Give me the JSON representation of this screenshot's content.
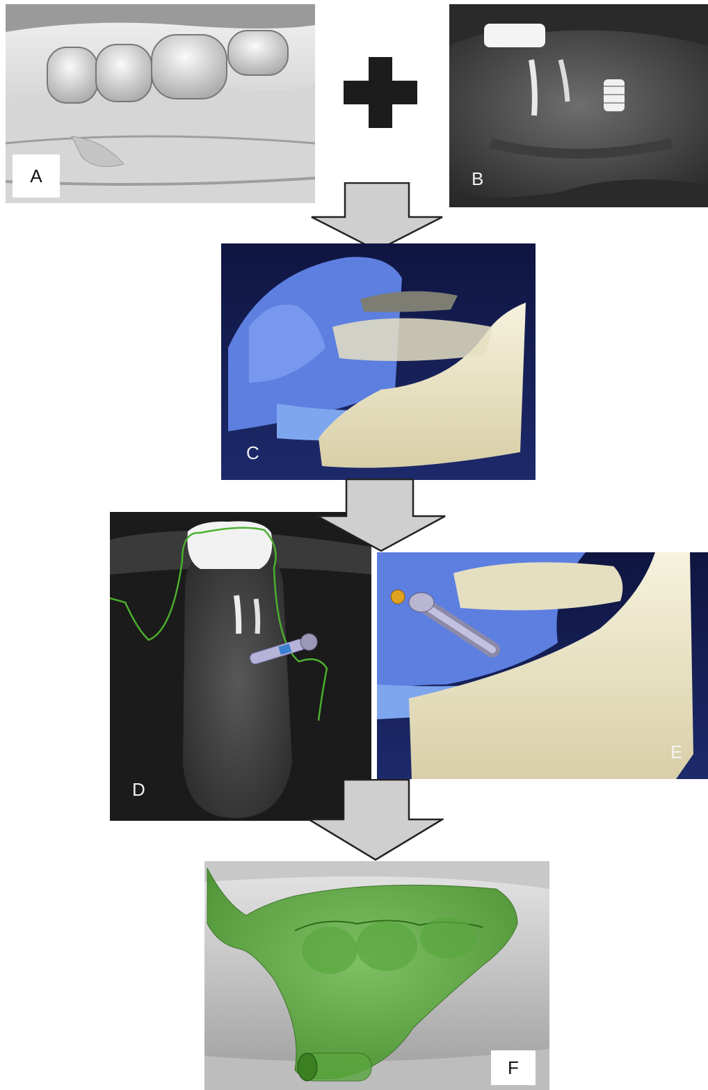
{
  "panels": {
    "a": {
      "label": "A"
    },
    "b": {
      "label": "B"
    },
    "c": {
      "label": "C"
    },
    "d": {
      "label": "D"
    },
    "e": {
      "label": "E"
    },
    "f": {
      "label": "F"
    }
  },
  "colors": {
    "arrow_fill": "#cfcfcf",
    "arrow_stroke": "#222222",
    "scan_blue": "#6f8fe6",
    "bone": "#efead3",
    "navy_bg": "#121a4a",
    "guide_green": "#4f9a2e"
  }
}
